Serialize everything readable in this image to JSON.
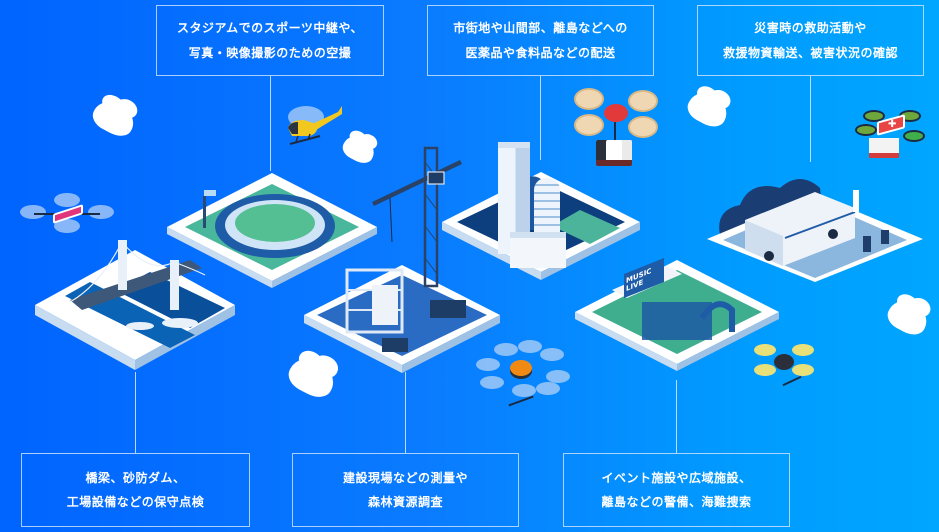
{
  "theme": {
    "background_gradient": [
      "#0064ff",
      "#009cff",
      "#00a6ff"
    ],
    "caption_border": "#c8e1ff",
    "caption_text": "#ffffff",
    "tile_surface": "#ffffff"
  },
  "captions": {
    "top": [
      {
        "id": "aerial-filming",
        "lines": [
          "スタジアムでのスポーツ中継や、",
          "写真・映像撮影のための空撮"
        ]
      },
      {
        "id": "delivery",
        "lines": [
          "市街地や山間部、離島などへの",
          "医薬品や食料品などの配送"
        ]
      },
      {
        "id": "disaster",
        "lines": [
          "災害時の救助活動や",
          "救援物資輸送、被害状況の確認"
        ]
      }
    ],
    "bottom": [
      {
        "id": "inspection",
        "lines": [
          "橋梁、砂防ダム、",
          "工場設備などの保守点検"
        ]
      },
      {
        "id": "surveying",
        "lines": [
          "建設現場などの測量や",
          "森林資源調査"
        ]
      },
      {
        "id": "security",
        "lines": [
          "イベント施設や広域施設、",
          "離島などの警備、海難捜索"
        ]
      }
    ]
  },
  "scenes": {
    "bridge": {
      "label": "bridge-scene",
      "drone_color": "#e0357a"
    },
    "stadium": {
      "label": "stadium-scene",
      "helicopter_color": "#f2c81e"
    },
    "construction": {
      "label": "construction-scene",
      "drone_color": "#f08a12"
    },
    "city": {
      "label": "city-scene",
      "drone_color": "#e23a3a"
    },
    "event": {
      "label": "event-scene",
      "sign_text": "MUSIC LIVE",
      "drone_color": "#2b2f3a"
    },
    "rescue": {
      "label": "rescue-scene",
      "drone_color": "#e84545"
    }
  }
}
